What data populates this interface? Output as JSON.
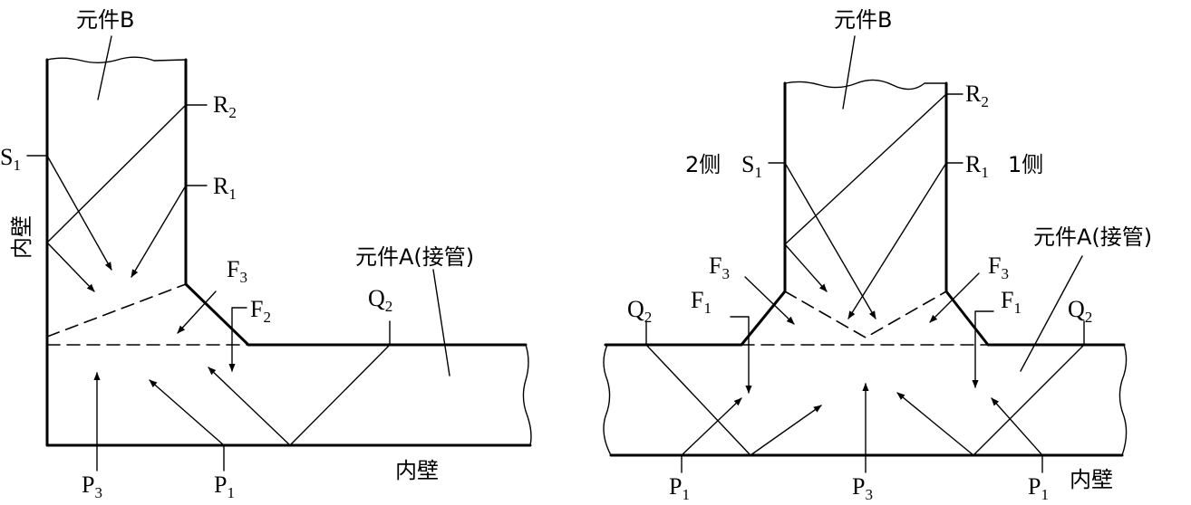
{
  "left": {
    "component_b": "元件B",
    "component_a": "元件A(接管)",
    "inner_wall_vertical": "内壁",
    "inner_wall_bottom": "内壁",
    "s1": {
      "base": "S",
      "sub": "1"
    },
    "r2": {
      "base": "R",
      "sub": "2"
    },
    "r1": {
      "base": "R",
      "sub": "1"
    },
    "f3": {
      "base": "F",
      "sub": "3"
    },
    "f2": {
      "base": "F",
      "sub": "2"
    },
    "q2": {
      "base": "Q",
      "sub": "2"
    },
    "p3": {
      "base": "P",
      "sub": "3"
    },
    "p1": {
      "base": "P",
      "sub": "1"
    }
  },
  "right": {
    "component_b": "元件B",
    "component_a": "元件A(接管)",
    "inner_wall_bottom": "内壁",
    "side_2": "2侧",
    "side_1": "1侧",
    "r2": {
      "base": "R",
      "sub": "2"
    },
    "s1": {
      "base": "S",
      "sub": "1"
    },
    "r1": {
      "base": "R",
      "sub": "1"
    },
    "f3_left": {
      "base": "F",
      "sub": "3"
    },
    "f1_left": {
      "base": "F",
      "sub": "1"
    },
    "f3_right": {
      "base": "F",
      "sub": "3"
    },
    "f1_right": {
      "base": "F",
      "sub": "1"
    },
    "q2_left": {
      "base": "Q",
      "sub": "2"
    },
    "q2_right": {
      "base": "Q",
      "sub": "2"
    },
    "p1_left": {
      "base": "P",
      "sub": "1"
    },
    "p3": {
      "base": "P",
      "sub": "3"
    },
    "p1_right": {
      "base": "P",
      "sub": "1"
    }
  }
}
